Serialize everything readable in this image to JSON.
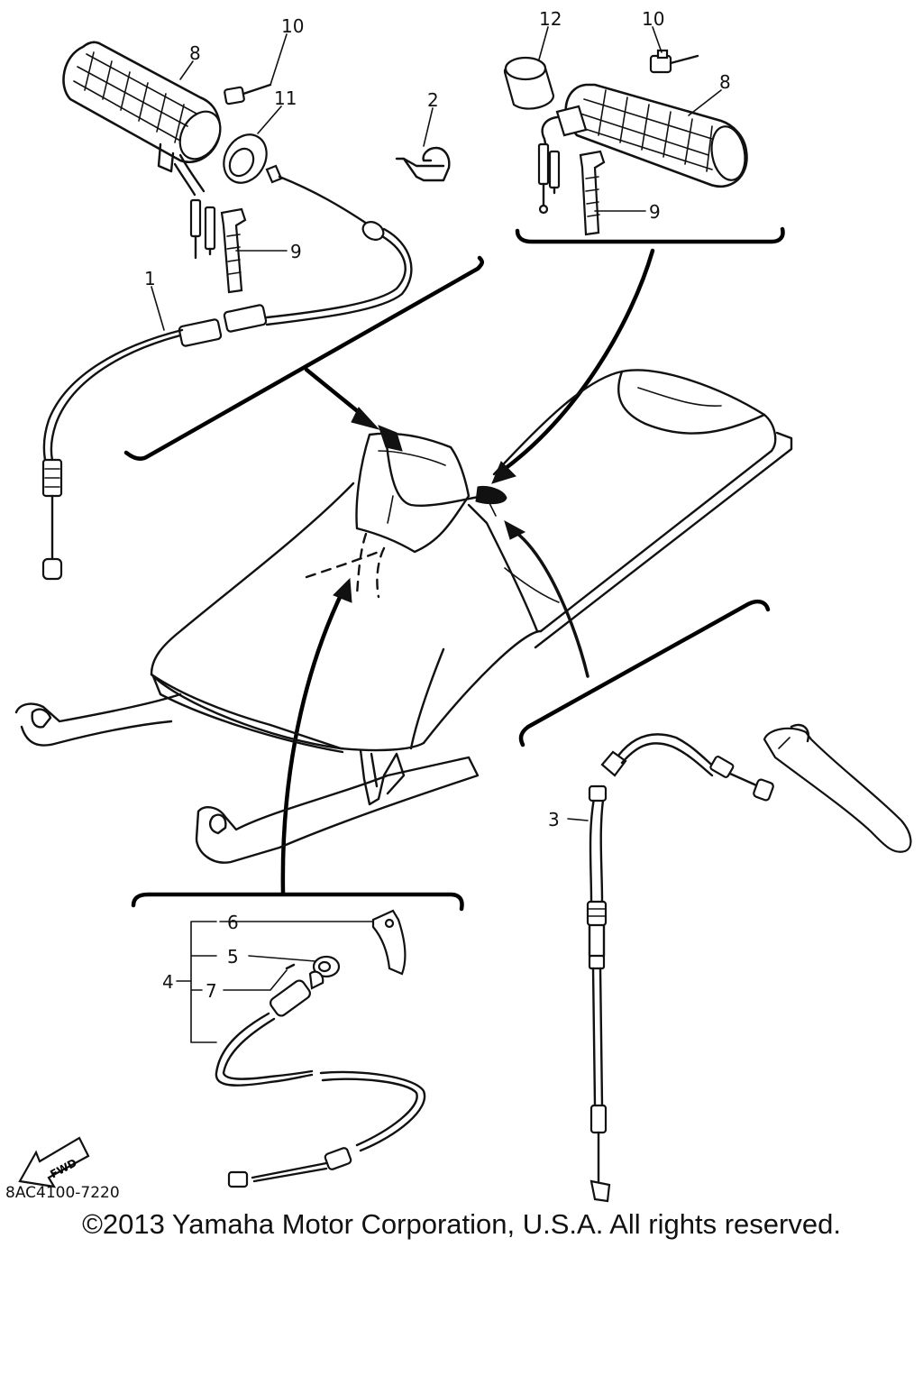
{
  "diagram": {
    "code": "8AC4100-7220",
    "copyright": "©2013 Yamaha Motor Corporation, U.S.A. All rights reserved.",
    "fwd_label": "FWD",
    "callouts": {
      "c1": "1",
      "c2": "2",
      "c3": "3",
      "c4": "4",
      "c5": "5",
      "c6": "6",
      "c7": "7",
      "c8_left": "8",
      "c8_right": "8",
      "c9_left": "9",
      "c9_right": "9",
      "c10_left": "10",
      "c10_right": "10",
      "c11": "11",
      "c12": "12"
    }
  }
}
